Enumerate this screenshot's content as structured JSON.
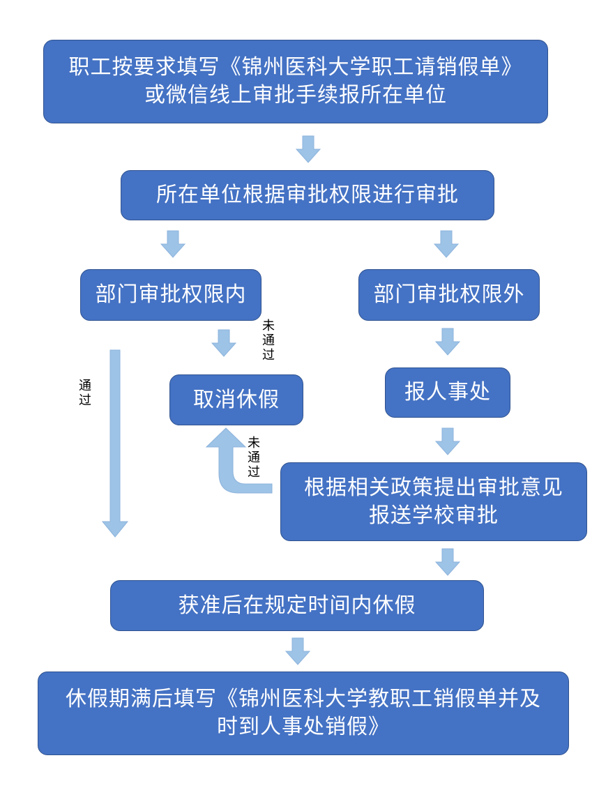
{
  "colors": {
    "box_fill": "#4472c4",
    "box_border": "#2f528f",
    "box_text": "#ffffff",
    "arrow_fill": "#9dc3e6",
    "arrow_stroke": "#7aa6d6"
  },
  "icons": [
    "down-arrow-icon",
    "curved-arrow-icon"
  ],
  "steps": {
    "submit": {
      "line1": "职工按要求填写《锦州医科大学职工请销假单》",
      "line2": "或微信线上审批手续报所在单位"
    },
    "unit_approval": {
      "line1": "所在单位根据审批权限进行审批"
    },
    "within_authority": {
      "line1": "部门审批权限内"
    },
    "beyond_authority": {
      "line1": "部门审批权限外"
    },
    "cancel_leave": {
      "line1": "取消休假"
    },
    "report_hr": {
      "line1": "报人事处"
    },
    "school_review": {
      "line1": "根据相关政策提出审批意见",
      "line2": "报送学校审批"
    },
    "take_leave": {
      "line1": "获准后在规定时间内休假"
    },
    "end_leave": {
      "line1": "休假期满后填写《锦州医科大学教职工销假单并及",
      "line2": "时到人事处销假》"
    }
  },
  "labels": {
    "passed": {
      "c1": "通",
      "c2": "过"
    },
    "not_passed_top": {
      "c1": "未",
      "c2": "通",
      "c3": "过"
    },
    "not_passed_bottom": {
      "c1": "未",
      "c2": "通",
      "c3": "过"
    }
  }
}
